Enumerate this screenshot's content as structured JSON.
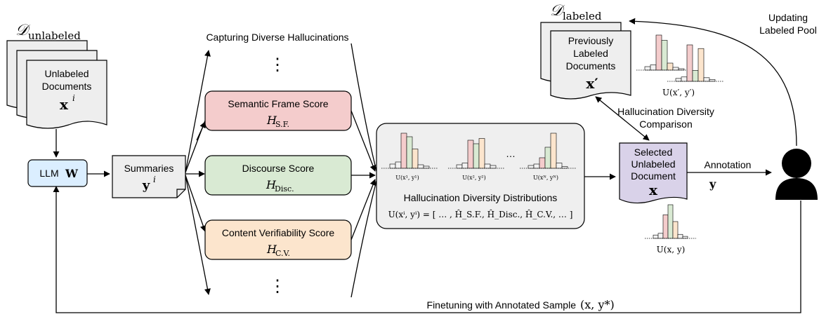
{
  "pool_unlabeled": {
    "label_main": "𝒟",
    "label_sub": "unlabeled"
  },
  "unlabeled_docs": {
    "line1": "Unlabeled",
    "line2": "Documents",
    "var": "x",
    "sup": "i"
  },
  "llm": {
    "label": "LLM",
    "var": "W"
  },
  "summaries": {
    "label": "Summaries",
    "var": "y",
    "sup": "i"
  },
  "capturing_title": "Capturing Diverse Hallucinations",
  "scores": [
    {
      "name": "Semantic Frame Score",
      "symbol": "H",
      "sub": "S.F.",
      "fill": "#f4cccc"
    },
    {
      "name": "Discourse Score",
      "symbol": "H",
      "sub": "Disc.",
      "fill": "#d9ead3"
    },
    {
      "name": "Content Verifiability Score",
      "symbol": "H",
      "sub": "C.V.",
      "fill": "#fce5cd"
    }
  ],
  "ellipsis_vertical": "⋮",
  "distribution_panel": {
    "title": "Hallucination Diversity Distributions",
    "formula": "U(xⁱ, yⁱ) = [ … , Ĥ_S.F., Ĥ_Disc., Ĥ_C.V., … ]",
    "dots": "…",
    "hist_labels": [
      "U(x¹, y¹)",
      "U(x², y²)",
      "U(xᴺ, yᴺ)"
    ],
    "hist_values": [
      [
        0.12,
        0.18,
        1.0,
        0.9,
        0.55,
        0.1,
        0.06
      ],
      [
        0.1,
        0.15,
        0.8,
        0.7,
        0.85,
        0.12,
        0.08
      ],
      [
        0.08,
        0.12,
        0.3,
        0.6,
        1.0,
        0.15,
        0.05
      ]
    ]
  },
  "pool_labeled": {
    "label_main": "𝒟",
    "label_sub": "labeled"
  },
  "labeled_docs": {
    "line1": "Previously",
    "line2": "Labeled",
    "line3": "Documents",
    "var": "x′"
  },
  "labeled_hist_label": "U(x′, y′)",
  "comparison": {
    "line1": "Hallucination Diversity",
    "line2": "Comparison"
  },
  "selected_doc": {
    "line1": "Selected",
    "line2": "Unlabeled",
    "line3": "Document",
    "var": "x"
  },
  "selected_hist_label": "U(x, y)",
  "annotation": {
    "label": "Annotation",
    "var": "y"
  },
  "updating": {
    "line1": "Updating",
    "line2": "Labeled Pool"
  },
  "finetuning": {
    "label": "Finetuning with Annotated Sample",
    "formula": "(x, y*)"
  },
  "colors": {
    "pink": "#f4cccc",
    "green": "#d9ead3",
    "orange": "#fce5cd",
    "blue": "#dbeeff",
    "purple": "#d9d2e9",
    "panel": "#efefef",
    "doc": "#eeeeee"
  }
}
